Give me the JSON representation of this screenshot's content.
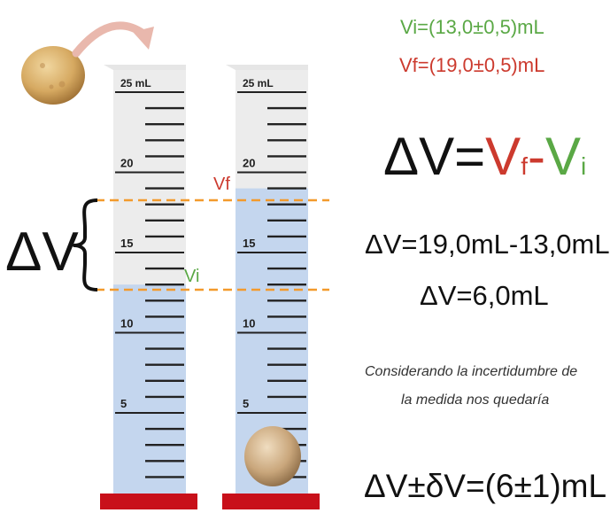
{
  "diagram": {
    "cylinder_scale_labels": [
      "25 mL",
      "20",
      "15",
      "10",
      "5"
    ],
    "left_cylinder_level_ml": 13.0,
    "right_cylinder_level_ml": 19.0,
    "delta_label": "ΔV",
    "vf_label": "Vf",
    "vi_label": "Vi",
    "colors": {
      "green": "#5aa845",
      "red": "#cc3a2e",
      "water": "#c4d6ee",
      "dashed": "#f39a2c",
      "base": "#c8101a",
      "arrow": "#e9b8ad"
    },
    "icons": [
      "stone-icon",
      "curved-arrow-icon"
    ]
  },
  "text": {
    "vi_value": "Vi=(13,0±0,5)mL",
    "vf_value": "Vf=(19,0±0,5)mL",
    "formula": {
      "delta_v": "ΔV",
      "equals": "=",
      "vf_main": "V",
      "vf_sub": "f",
      "minus": "-",
      "vi_main": "V",
      "vi_sub": "i"
    },
    "calc_line1": "ΔV=19,0mL-13,0mL",
    "calc_line2": "ΔV=6,0mL",
    "note_line1": "Considerando la incertidumbre de",
    "note_line2": "la medida nos quedaría",
    "result": "ΔV±δV=(6±1)mL"
  }
}
